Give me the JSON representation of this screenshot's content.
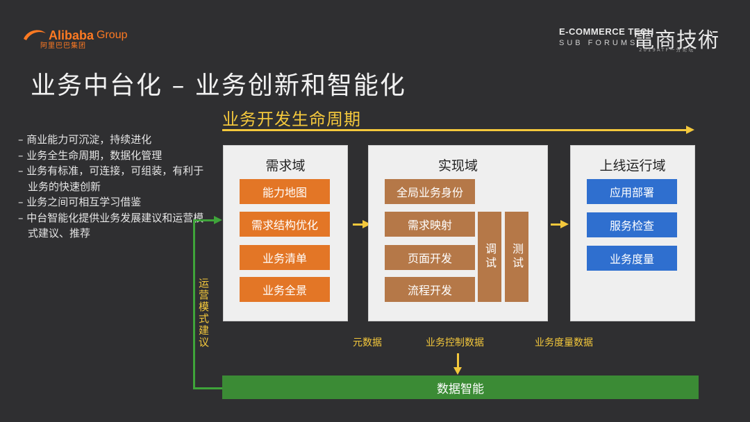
{
  "logo": {
    "en": "Alibaba",
    "group": "Group",
    "cn": "阿里巴巴集团"
  },
  "brand": {
    "line1": "E-COMMERCE TECH",
    "line2": "SUB FORUMS",
    "cn": "電商技術",
    "sub": "2019ATF一分论坛"
  },
  "title": "业务中台化 – 业务创新和智能化",
  "lifecycle": "业务开发生命周期",
  "bullets": [
    "– 商业能力可沉淀，持续进化",
    "– 业务全生命周期，数据化管理",
    "– 业务有标准，可连接，可组装，有利于业务的快速创新",
    "– 业务之间可相互学习借鉴",
    "– 中台智能化提供业务发展建议和运营模式建议、推荐"
  ],
  "demand": {
    "title": "需求域",
    "items": [
      "能力地图",
      "需求结构优化",
      "业务清单",
      "业务全景"
    ]
  },
  "impl": {
    "title": "实现域",
    "items": [
      "全局业务身份",
      "需求映射",
      "页面开发",
      "流程开发"
    ],
    "debug": "调试",
    "test": "测试"
  },
  "ops": {
    "title": "上线运行域",
    "items": [
      "应用部署",
      "服务检查",
      "业务度量"
    ]
  },
  "labels": {
    "meta": "元数据",
    "control": "业务控制数据",
    "measure": "业务度量数据",
    "side": "运营模式建议"
  },
  "data_intel": "数据智能",
  "colors": {
    "orange": "#e37626",
    "brown": "#b57848",
    "blue": "#2f6fcf",
    "green": "#3b8b35",
    "yellow": "#f4c83c"
  }
}
